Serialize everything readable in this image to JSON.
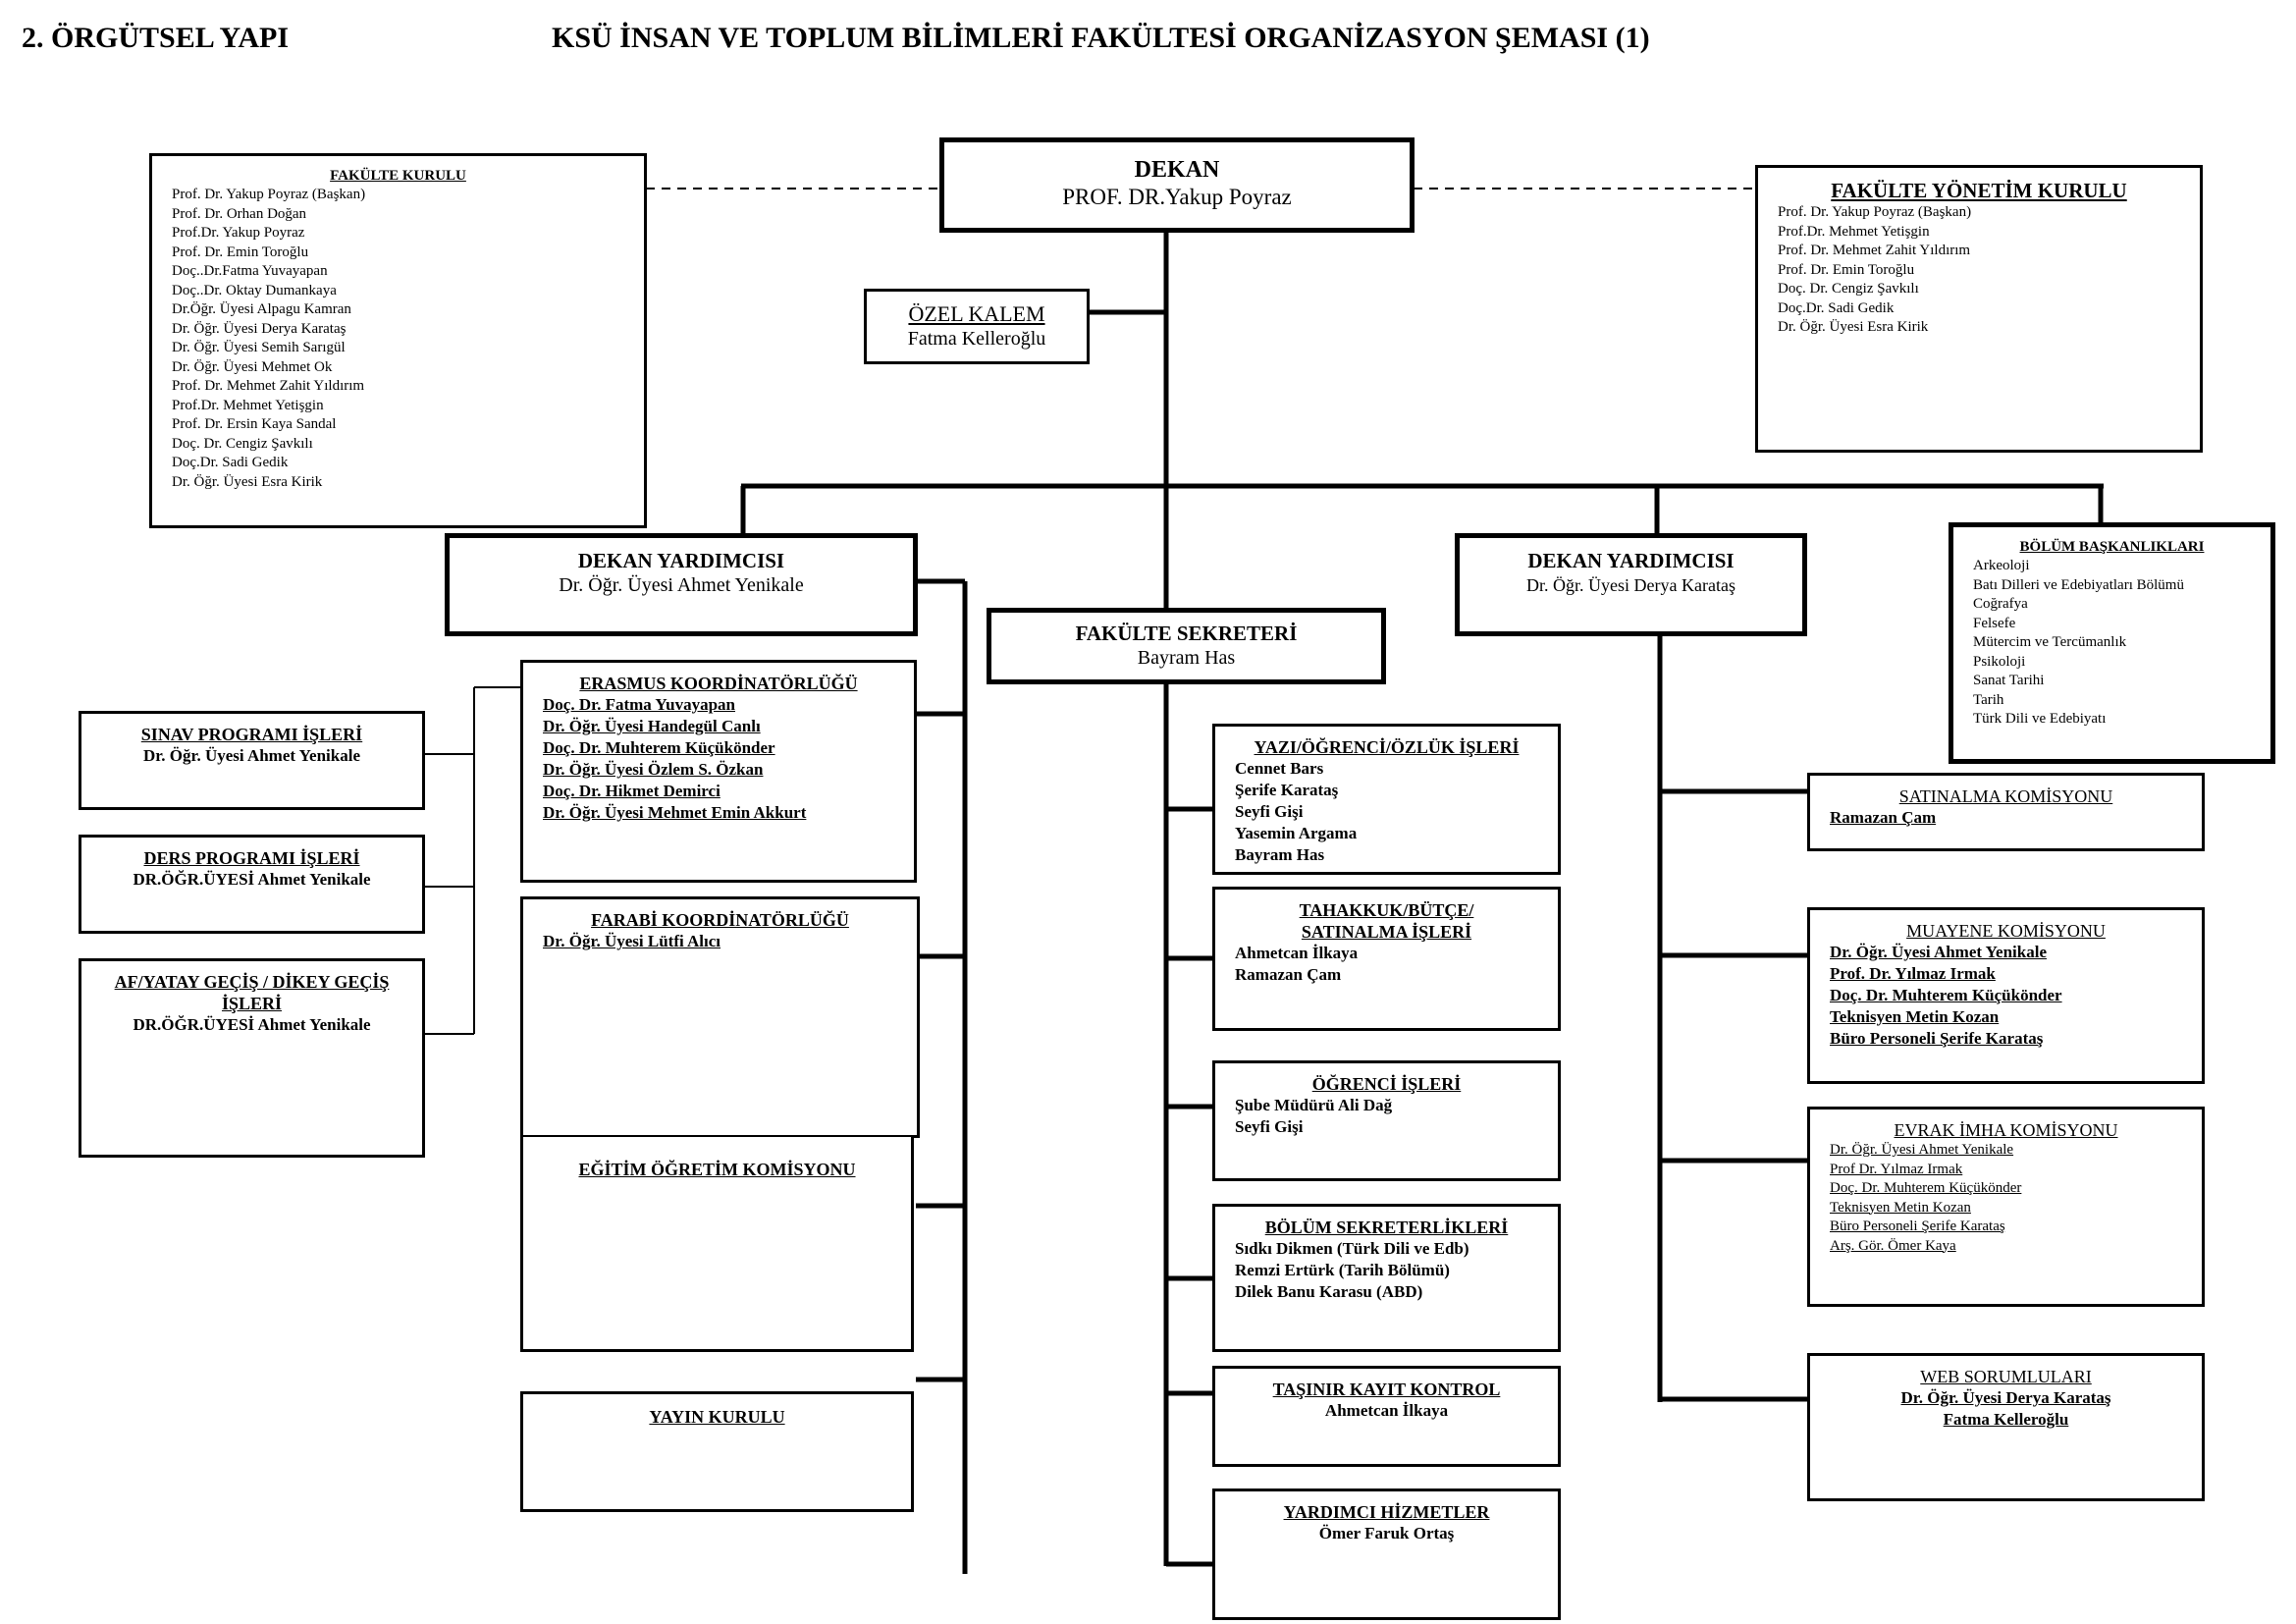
{
  "page": {
    "section_label": "2. ÖRGÜTSEL YAPI",
    "title": "KSÜ İNSAN VE TOPLUM BİLİMLERİ FAKÜLTESİ ORGANİZASYON ŞEMASI (1)"
  },
  "dekan": {
    "title": "DEKAN",
    "name": "PROF. DR.Yakup Poyraz"
  },
  "fakulte_kurulu": {
    "title": "FAKÜLTE KURULU",
    "members": [
      "Prof. Dr. Yakup Poyraz (Başkan)",
      "Prof. Dr. Orhan Doğan",
      "Prof.Dr. Yakup Poyraz",
      "Prof. Dr. Emin Toroğlu",
      "Doç..Dr.Fatma Yuvayapan",
      "Doç..Dr. Oktay Dumankaya",
      "Dr.Öğr. Üyesi Alpagu Kamran",
      "Dr. Öğr. Üyesi Derya Karataş",
      "Dr. Öğr. Üyesi Semih Sarıgül",
      "Dr. Öğr. Üyesi Mehmet Ok",
      "Prof. Dr. Mehmet Zahit Yıldırım",
      "Prof.Dr. Mehmet Yetişgin",
      "Prof. Dr. Ersin Kaya Sandal",
      "Doç. Dr. Cengiz Şavkılı",
      "Doç.Dr. Sadi Gedik",
      "Dr. Öğr. Üyesi Esra Kirik"
    ]
  },
  "fakulte_yonetim_kurulu": {
    "title": "FAKÜLTE YÖNETİM KURULU",
    "members": [
      "Prof. Dr. Yakup Poyraz (Başkan)",
      "Prof.Dr. Mehmet Yetişgin",
      "Prof. Dr. Mehmet Zahit Yıldırım",
      "Prof. Dr. Emin Toroğlu",
      "Doç. Dr. Cengiz Şavkılı",
      "Doç.Dr. Sadi Gedik",
      "Dr. Öğr. Üyesi Esra Kirik"
    ]
  },
  "ozel_kalem": {
    "title": "ÖZEL KALEM",
    "name": "Fatma Kelleroğlu"
  },
  "dekan_yardimcisi_1": {
    "title": "DEKAN YARDIMCISI",
    "name": "Dr. Öğr. Üyesi Ahmet Yenikale"
  },
  "dekan_yardimcisi_2": {
    "title": "DEKAN YARDIMCISI",
    "name": "Dr. Öğr. Üyesi Derya Karataş"
  },
  "fakulte_sekreteri": {
    "title": "FAKÜLTE SEKRETERİ",
    "name": "Bayram Has"
  },
  "bolum_baskanliklari": {
    "title": "BÖLÜM BAŞKANLIKLARI",
    "items": [
      "Arkeoloji",
      "Batı Dilleri ve Edebiyatları Bölümü",
      "Coğrafya",
      "Felsefe",
      "Mütercim ve Tercümanlık",
      "Psikoloji",
      "Sanat Tarihi",
      "Tarih",
      "Türk Dili ve Edebiyatı"
    ]
  },
  "sinav_programi": {
    "title": "SINAV PROGRAMI İŞLERİ",
    "name": "Dr. Öğr. Üyesi Ahmet Yenikale"
  },
  "ders_programi": {
    "title": "DERS PROGRAMI İŞLERİ",
    "name": "DR.ÖĞR.ÜYESİ Ahmet Yenikale"
  },
  "af_yatay": {
    "title": "AF/YATAY GEÇİŞ / DİKEY GEÇİŞ İŞLERİ",
    "name": "DR.ÖĞR.ÜYESİ Ahmet Yenikale"
  },
  "erasmus": {
    "title": "ERASMUS KOORDİNATÖRLÜĞÜ",
    "members": [
      "Doç. Dr. Fatma Yuvayapan",
      "Dr. Öğr. Üyesi Handegül Canlı",
      "Doç. Dr. Muhterem Küçükönder",
      "Dr. Öğr. Üyesi Özlem S. Özkan",
      "Doç. Dr. Hikmet Demirci",
      "Dr. Öğr. Üyesi Mehmet Emin Akkurt"
    ]
  },
  "farabi": {
    "title": "FARABİ KOORDİNATÖRLÜĞÜ",
    "members": [
      "Dr. Öğr. Üyesi Lütfi Alıcı"
    ]
  },
  "egitim_ogretim": {
    "title": "EĞİTİM ÖĞRETİM KOMİSYONU"
  },
  "yayin_kurulu": {
    "title": "YAYIN KURULU"
  },
  "yazi_ogrenci": {
    "title": "YAZI/ÖĞRENCİ/ÖZLÜK İŞLERİ",
    "members": [
      "Cennet Bars",
      "Şerife Karataş",
      "Seyfi Gişi",
      "Yasemin Argama",
      "Bayram Has"
    ]
  },
  "tahakkuk": {
    "title_line1": "TAHAKKUK/BÜTÇE/",
    "title_line2": "SATINALMA İŞLERİ",
    "members": [
      "Ahmetcan İlkaya",
      "Ramazan Çam"
    ]
  },
  "ogrenci_isleri": {
    "title": "ÖĞRENCİ İŞLERİ",
    "members": [
      "Şube Müdürü Ali Dağ",
      "Seyfi Gişi"
    ]
  },
  "bolum_sekreterlikleri": {
    "title": "BÖLÜM SEKRETERLİKLERİ",
    "members": [
      "Sıdkı Dikmen (Türk Dili ve Edb)",
      "Remzi Ertürk (Tarih Bölümü)",
      "Dilek Banu Karasu (ABD)"
    ]
  },
  "tasinir": {
    "title": "TAŞINIR KAYIT KONTROL",
    "name": "Ahmetcan İlkaya"
  },
  "yardimci_hizmetler": {
    "title": "YARDIMCI HİZMETLER",
    "name": "Ömer Faruk Ortaş"
  },
  "satinalma_komisyonu": {
    "title": "SATINALMA KOMİSYONU",
    "members": [
      "Ramazan Çam"
    ]
  },
  "muayene_komisyonu": {
    "title": "MUAYENE KOMİSYONU",
    "members": [
      "Dr. Öğr. Üyesi Ahmet Yenikale",
      "Prof. Dr. Yılmaz Irmak",
      "Doç. Dr. Muhterem Küçükönder",
      "Teknisyen Metin Kozan",
      "Büro Personeli Şerife Karataş"
    ]
  },
  "evrak_imha": {
    "title": "EVRAK İMHA KOMİSYONU",
    "members": [
      "Dr. Öğr. Üyesi Ahmet Yenikale",
      "Prof Dr. Yılmaz Irmak",
      "Doç. Dr. Muhterem Küçükönder",
      "Teknisyen Metin Kozan",
      "Büro Personeli Şerife Karataş",
      "Arş. Gör. Ömer Kaya"
    ]
  },
  "web_sorumlulari": {
    "title": "WEB SORUMLULARI",
    "members": [
      "Dr. Öğr. Üyesi Derya Karataş",
      "Fatma Kelleroğlu"
    ]
  }
}
